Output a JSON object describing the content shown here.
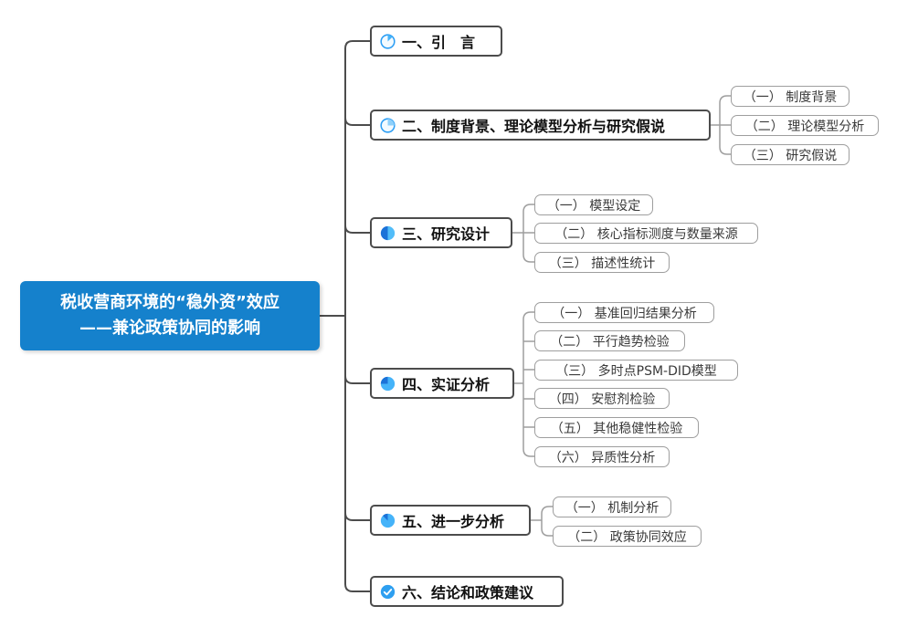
{
  "root": {
    "line1": "税收营商环境的“稳外资”效应",
    "line2": "——兼论政策协同的影响"
  },
  "branches": [
    {
      "label": "一、引　言",
      "progress": "1/8",
      "children": []
    },
    {
      "label": "二、制度背景、理论模型分析与研究假说",
      "progress": "1/4",
      "children": [
        "（一） 制度背景",
        "（二） 理论模型分析",
        "（三） 研究假说"
      ]
    },
    {
      "label": "三、研究设计",
      "progress": "1/2",
      "children": [
        "（一） 模型设定",
        "（二） 核心指标测度与数量来源",
        "（三） 描述性统计"
      ]
    },
    {
      "label": "四、实证分析",
      "progress": "3/4",
      "children": [
        "（一） 基准回归结果分析",
        "（二） 平行趋势检验",
        "（三） 多时点PSM-DID模型",
        "（四） 安慰剂检验",
        "（五） 其他稳健性检验",
        "（六） 异质性分析"
      ]
    },
    {
      "label": "五、进一步分析",
      "progress": "7/8",
      "children": [
        "（一） 机制分析",
        "（二） 政策协同效应"
      ]
    },
    {
      "label": "六、结论和政策建议",
      "progress": "done",
      "children": []
    }
  ],
  "icons": [
    "progress-1-8-icon",
    "progress-1-4-icon",
    "progress-1-2-icon",
    "progress-3-4-icon",
    "progress-7-8-icon",
    "task-done-icon"
  ],
  "colors": {
    "root_bg": "#1581cc",
    "root_text": "#ffffff",
    "main_border": "#4c4c4c",
    "sub_border": "#9e9e9e",
    "wire_main": "#4c4c4c",
    "wire_sub": "#9e9e9e",
    "progress_ring": "#2a9df4",
    "progress_light": "#45b3f9",
    "progress_dark": "#1b72d8"
  }
}
